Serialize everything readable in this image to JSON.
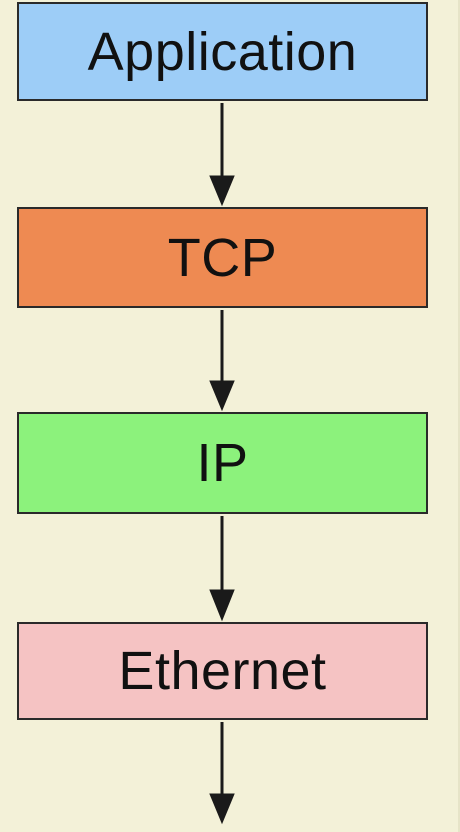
{
  "diagram": {
    "layers": [
      {
        "id": "layer-application",
        "label": "Application",
        "color": "#9dcdf7"
      },
      {
        "id": "layer-tcp",
        "label": "TCP",
        "color": "#ee8a52"
      },
      {
        "id": "layer-ip",
        "label": "IP",
        "color": "#8cf27c"
      },
      {
        "id": "layer-ethernet",
        "label": "Ethernet",
        "color": "#f5c3c3"
      }
    ],
    "background_color": "#f3f1d8",
    "border_color": "#2a2a2a",
    "arrow_color": "#1a1a1a"
  }
}
